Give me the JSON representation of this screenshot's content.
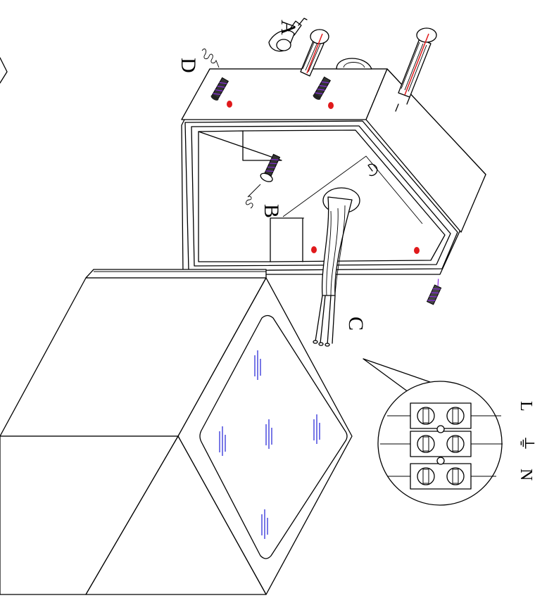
{
  "labels": {
    "a": "A",
    "b": "B",
    "c": "C",
    "d": "D"
  },
  "wiring": {
    "live": "L",
    "earth_symbol": "⏚",
    "neutral": "N"
  },
  "colors": {
    "line": "#000000",
    "fixing_hole": "#e0191b",
    "screw_tint": "#8a2be2",
    "glass_marks": "#1f1fd6",
    "background": "#ffffff"
  }
}
